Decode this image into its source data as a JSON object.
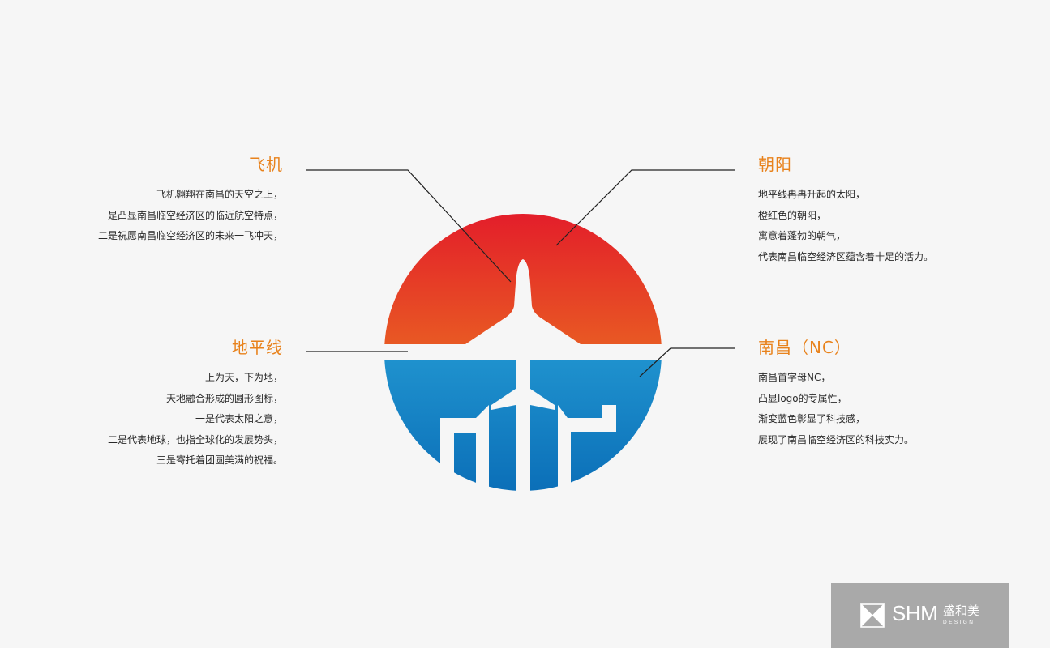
{
  "annotations": {
    "plane": {
      "title": "飞机",
      "lines": [
        "飞机翱翔在南昌的天空之上，",
        "一是凸显南昌临空经济区的临近航空特点，",
        "二是祝愿南昌临空经济区的未来一飞冲天，"
      ]
    },
    "sun": {
      "title": "朝阳",
      "lines": [
        "地平线冉冉升起的太阳，",
        "橙红色的朝阳，",
        "寓意着蓬勃的朝气，",
        "代表南昌临空经济区蕴含着十足的活力。"
      ]
    },
    "horizon": {
      "title": "地平线",
      "lines": [
        "上为天，下为地，",
        "天地融合形成的圆形图标，",
        "一是代表太阳之意，",
        "二是代表地球，也指全球化的发展势头，",
        "三是寄托着团圆美满的祝福。"
      ]
    },
    "nc": {
      "title": "南昌（NC）",
      "lines": [
        "南昌首字母NC，",
        "凸显logo的专属性，",
        "渐变蓝色彰显了科技感，",
        "展现了南昌临空经济区的科技实力。"
      ]
    }
  },
  "colors": {
    "accent": "#e8821c",
    "sun_top": "#e31e2a",
    "sun_bottom": "#ee9a1c",
    "earth_top": "#35b8e6",
    "earth_bottom": "#0b6fb8",
    "background": "#f6f6f6",
    "footer_bg": "#a9a9a9"
  },
  "footer": {
    "brand": "SHM",
    "brand_cn": "盛和美",
    "brand_sub": "DESIGN"
  }
}
